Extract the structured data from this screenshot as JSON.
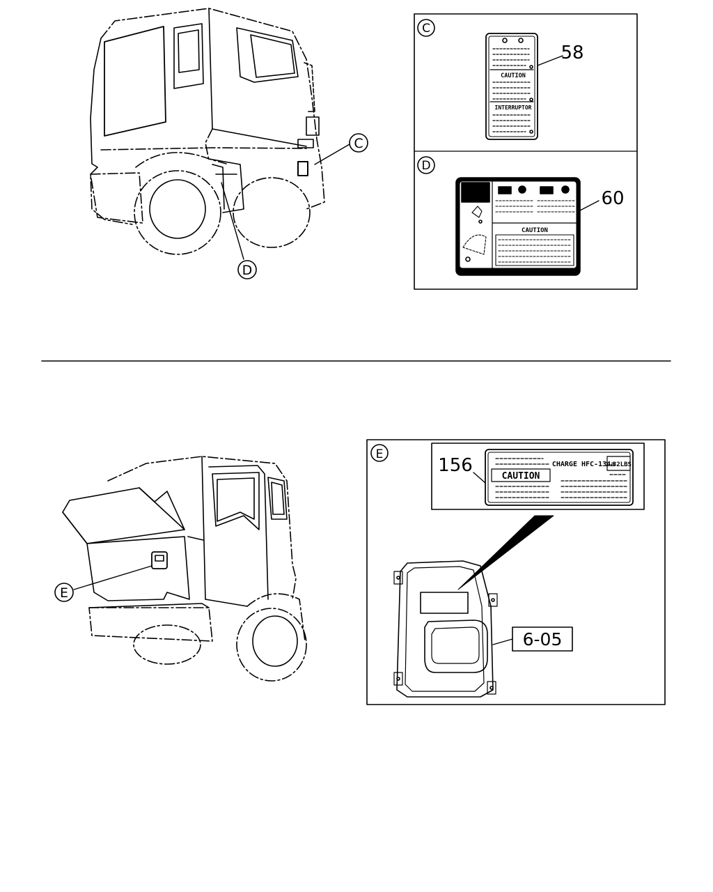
{
  "callouts": {
    "view_c": "C",
    "view_d": "D",
    "view_e": "E"
  },
  "part_numbers": {
    "label_c": "58",
    "label_d": "60",
    "label_e": "156",
    "section_ref": "6-05"
  },
  "label_text": {
    "c_caution": "CAUTION",
    "c_interruptor": "INTERRUPTOR",
    "d_caution": "CAUTION",
    "e_caution": "CAUTION",
    "e_charge": "CHARGE HFC-134a",
    "e_amount": "1.32LBS"
  },
  "colors": {
    "ink": "#000000",
    "paper": "#ffffff"
  }
}
